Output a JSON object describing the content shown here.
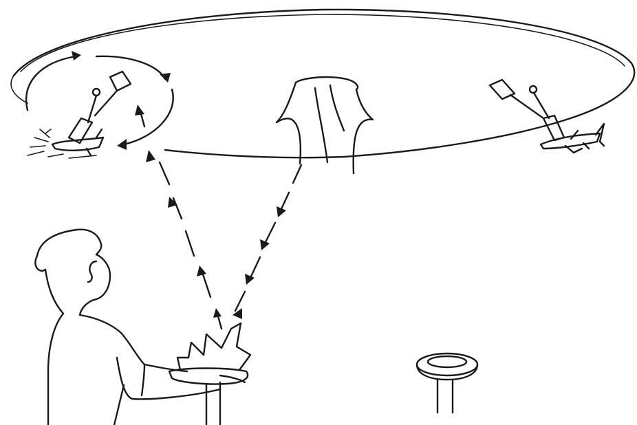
{
  "scene": {
    "kind": "line-drawing",
    "ink_color": "#1a1a1a",
    "background_color": "#ffffff",
    "objects": [
      "circular-track",
      "left-airplane-on-tether",
      "left-flag-marker",
      "right-airplane-on-tether",
      "right-flag-marker",
      "central-pylon",
      "person-holding-tray",
      "launch-burst",
      "empty-pedestal-with-ring",
      "dashed-arrow-path-up",
      "dashed-arrow-path-down",
      "circular-arrow-loop"
    ]
  }
}
